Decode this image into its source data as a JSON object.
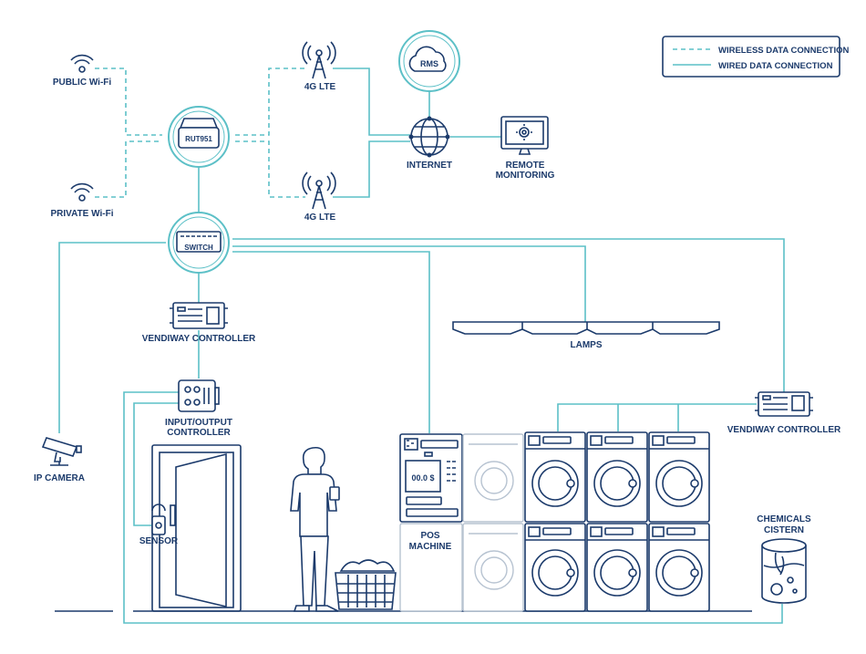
{
  "legend": {
    "wireless": "WIRELESS DATA CONNECTION",
    "wired": "WIRED DATA CONNECTION"
  },
  "labels": {
    "public_wifi": "PUBLIC Wi-Fi",
    "private_wifi": "PRIVATE Wi-Fi",
    "router": "RUT951",
    "lte_top": "4G LTE",
    "lte_bottom": "4G LTE",
    "rms": "RMS",
    "internet": "INTERNET",
    "remote_monitoring_1": "REMOTE",
    "remote_monitoring_2": "MONITORING",
    "switch": "SWITCH",
    "vendiway_controller_left": "VENDIWAY CONTROLLER",
    "vendiway_controller_right": "VENDIWAY CONTROLLER",
    "lamps": "LAMPS",
    "io_controller_1": "INPUT/OUTPUT",
    "io_controller_2": "CONTROLLER",
    "ip_camera": "IP CAMERA",
    "sensor": "SENSOR",
    "pos_1": "POS",
    "pos_2": "MACHINE",
    "pos_display": "00.0 $",
    "chemicals_1": "CHEMICALS",
    "chemicals_2": "CISTERN"
  },
  "colors": {
    "ink": "#1b3a6b",
    "connection": "#5cc0c7",
    "ghost": "#b7c3d1"
  }
}
